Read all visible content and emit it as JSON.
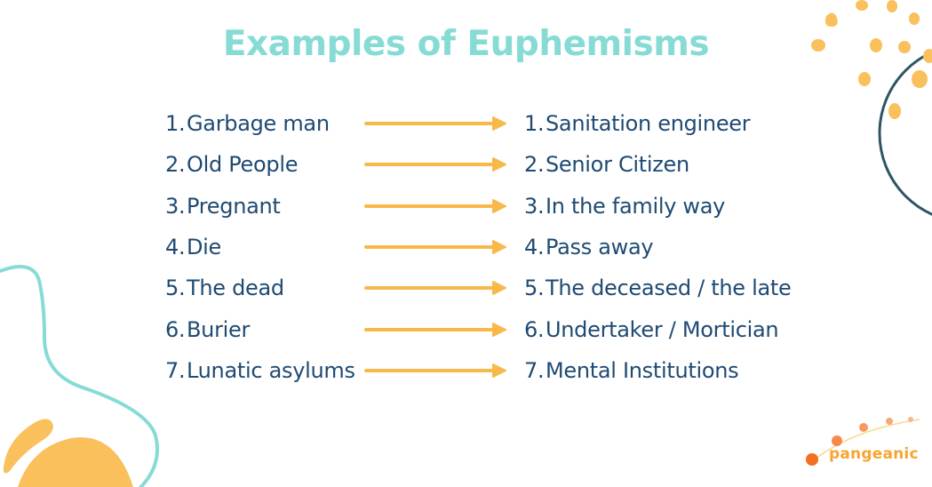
{
  "title": "Examples of Euphemisms",
  "colors": {
    "title": "#86dcd5",
    "text": "#1f4a73",
    "arrow": "#f9b94a",
    "decor_yellow": "#f9c05c",
    "decor_teal": "#86dcd5",
    "decor_navy": "#2e5566",
    "logo_orange": "#f36f21",
    "logo_text": "#f6a531"
  },
  "pairs": [
    {
      "num": "1.",
      "term": "Garbage man",
      "euphemism": "Sanitation engineer"
    },
    {
      "num": "2.",
      "term": "Old People",
      "euphemism": "Senior Citizen"
    },
    {
      "num": "3.",
      "term": "Pregnant",
      "euphemism": "In the family way"
    },
    {
      "num": "4.",
      "term": "Die",
      "euphemism": "Pass away"
    },
    {
      "num": "5.",
      "term": "The dead",
      "euphemism": "The deceased / the late"
    },
    {
      "num": "6.",
      "term": "Burier",
      "euphemism": "Undertaker / Mortician"
    },
    {
      "num": "7.",
      "term": "Lunatic asylums",
      "euphemism": "Mental Institutions"
    }
  ],
  "logo": {
    "text": "pangeanic",
    "icon": "dotted-arc-logo-icon"
  }
}
